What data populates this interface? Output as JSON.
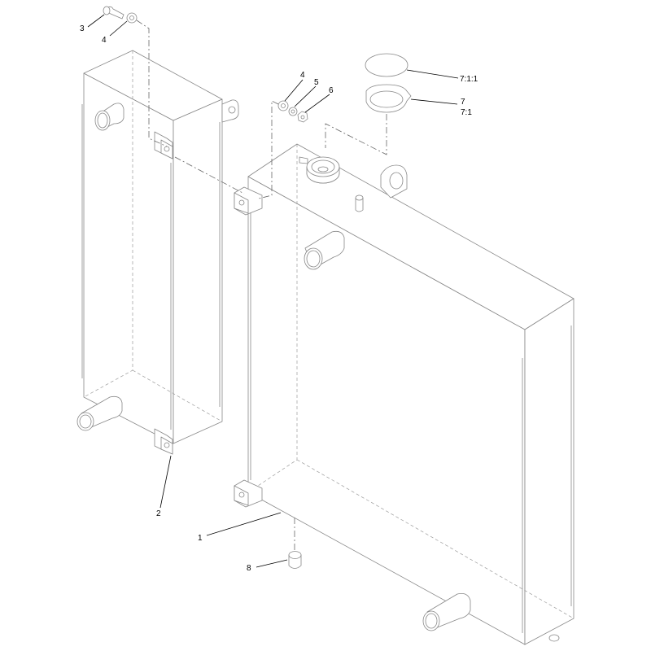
{
  "callouts": {
    "c1": "1",
    "c2": "2",
    "c3": "3",
    "c4a": "4",
    "c4b": "4",
    "c5": "5",
    "c6": "6",
    "c7": "7",
    "c7_1": "7:1",
    "c7_1_1": "7:1:1",
    "c8": "8"
  }
}
